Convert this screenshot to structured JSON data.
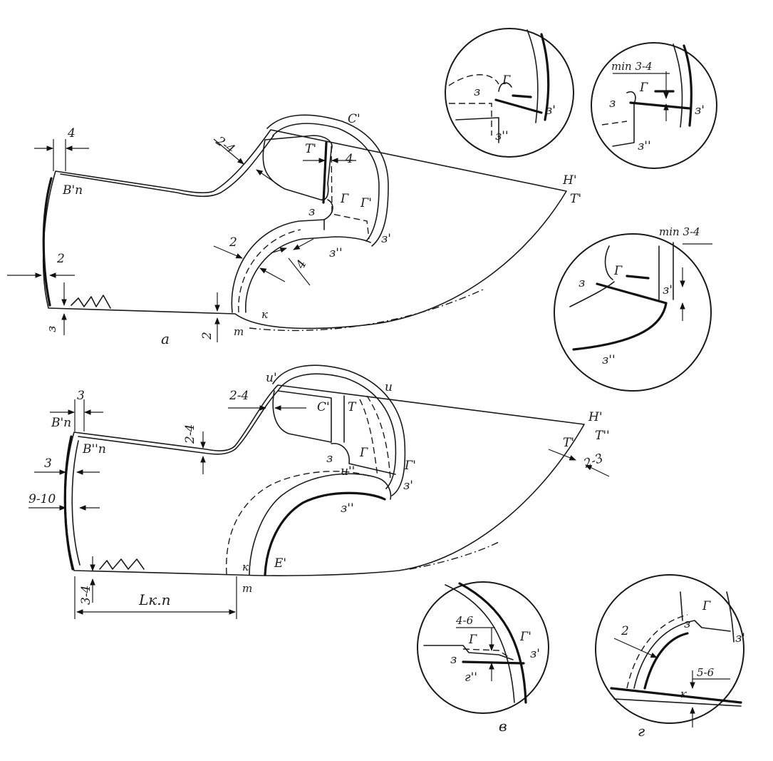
{
  "figure_a": {
    "caption": "а",
    "labels": {
      "dim_4": "4",
      "dim_2_4": "2-4",
      "c_prime": "С'",
      "t_prime": "Т'",
      "dim_4_inner": "4",
      "v_prime_p": "В'п",
      "h_prime": "Н'",
      "t_prime_right": "Т'",
      "g": "Г",
      "g_prime": "Г'",
      "z": "з",
      "z_prime": "з'",
      "z_double": "з''",
      "dim_2_left": "2",
      "dim_2_mid": "2",
      "dim_4_diag": "4",
      "dim_3": "з",
      "dim_2_bottom": "2",
      "k": "к",
      "t": "т"
    }
  },
  "figure_b": {
    "labels": {
      "u_prime": "и'",
      "u": "и",
      "dim_3_top": "3",
      "dim_2_4": "2-4",
      "dim_2_4_vert": "2-4",
      "c_prime": "С'",
      "t": "Т",
      "h_prime": "Н'",
      "t_double": "Т''",
      "t_prime": "Т'",
      "dim_2_3": "2-3",
      "v_prime_p": "В'п",
      "v_double_p": "В''п",
      "dim_3_mid": "3",
      "dim_9_10": "9-10",
      "g": "Г",
      "g_prime": "Г'",
      "z": "з",
      "u_double": "и''",
      "z_prime": "з'",
      "z_double": "з''",
      "e_prime": "Е'",
      "k": "к",
      "t_small": "т",
      "dim_3_4": "3-4",
      "l_kp": "Lк.п"
    }
  },
  "detail_top_left": {
    "labels": {
      "z": "з",
      "g": "Г",
      "z_prime": "з'",
      "z_double": "з''"
    }
  },
  "detail_top_right": {
    "labels": {
      "min": "min 3-4",
      "g": "Г",
      "z": "з",
      "z_prime": "з'",
      "z_double": "з''"
    }
  },
  "detail_middle": {
    "labels": {
      "min": "min 3-4",
      "g": "Г",
      "z": "з",
      "z_prime": "з'",
      "z_double": "з''"
    }
  },
  "detail_v": {
    "caption": "в",
    "labels": {
      "dim": "4-6",
      "g": "Г",
      "g_prime": "Г'",
      "z": "з",
      "z_prime": "з'",
      "g_double": "г''"
    }
  },
  "detail_g": {
    "caption": "г",
    "labels": {
      "g": "Г",
      "z": "з",
      "z_prime": "з'",
      "dim_2": "2",
      "dim_5_6": "5-6",
      "k": "к"
    }
  }
}
